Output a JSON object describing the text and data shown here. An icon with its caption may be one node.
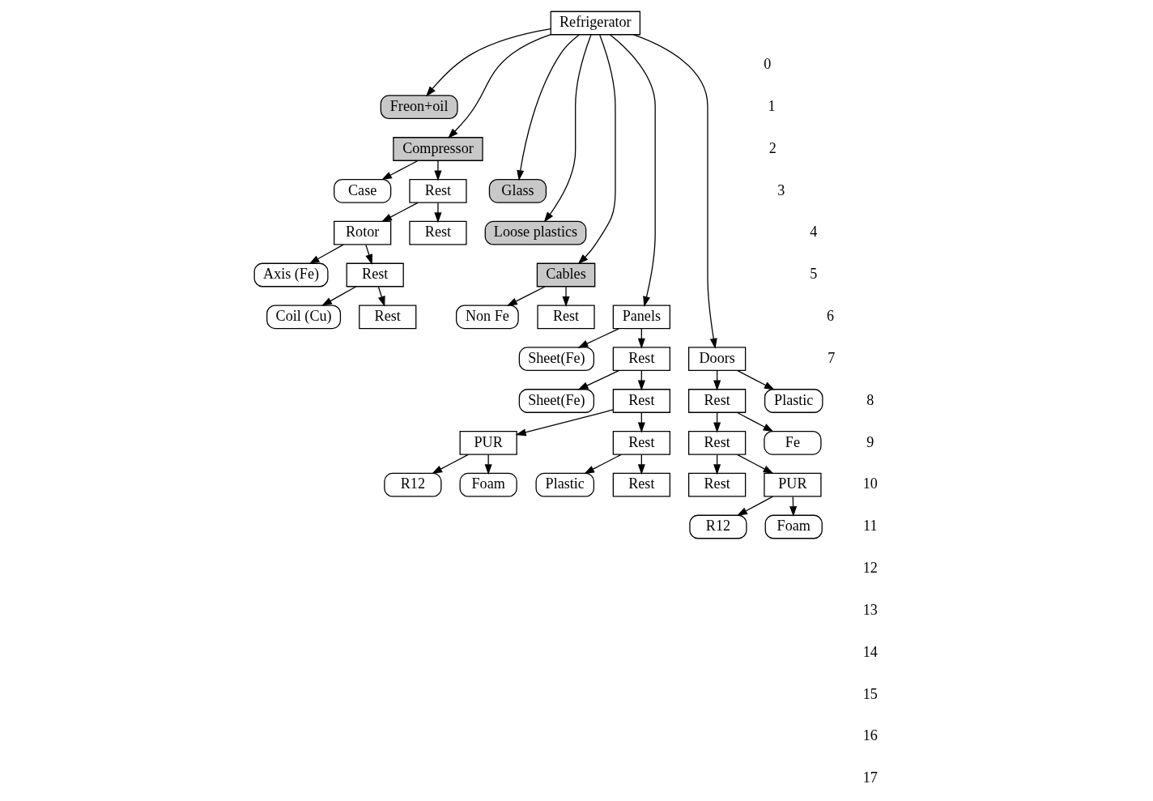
{
  "diagram": {
    "nodes": [
      {
        "text": [
          "Refrigerator"
        ]
      },
      {
        "text": [
          "Freon+oil"
        ]
      },
      {
        "text": [
          "Compressor"
        ]
      },
      {
        "text": [
          "Case"
        ]
      },
      {
        "text": [
          "Rest"
        ]
      },
      {
        "text": [
          "Glass"
        ]
      },
      {
        "text": [
          "Rotor"
        ]
      },
      {
        "text": [
          "Rest"
        ]
      },
      {
        "text": [
          "Loose plastics"
        ]
      },
      {
        "text": [
          "Axis (Fe)"
        ]
      },
      {
        "text": [
          "Rest"
        ]
      },
      {
        "text": [
          "Cables"
        ]
      },
      {
        "text": [
          "Coil (Cu)"
        ]
      },
      {
        "text": [
          "Rest"
        ]
      },
      {
        "text": [
          "Non Fe"
        ]
      },
      {
        "text": [
          "Rest"
        ]
      },
      {
        "text": [
          "Panels"
        ]
      },
      {
        "text": [
          "Sheet(Fe)"
        ]
      },
      {
        "text": [
          "Rest"
        ]
      },
      {
        "text": [
          "Doors"
        ]
      },
      {
        "text": [
          "Sheet(Fe)"
        ]
      },
      {
        "text": [
          "Rest"
        ]
      },
      {
        "text": [
          "Rest"
        ]
      },
      {
        "text": [
          "Plastic"
        ]
      },
      {
        "text": [
          "PUR"
        ]
      },
      {
        "text": [
          "Rest"
        ]
      },
      {
        "text": [
          "Rest"
        ]
      },
      {
        "text": [
          "Fe"
        ]
      },
      {
        "text": [
          "R12"
        ]
      },
      {
        "text": [
          "Foam"
        ]
      },
      {
        "text": [
          "Plastic"
        ]
      },
      {
        "text": [
          "Rest"
        ]
      },
      {
        "text": [
          "Rest"
        ]
      },
      {
        "text": [
          "PUR"
        ]
      },
      {
        "text": [
          "R12"
        ]
      },
      {
        "text": [
          "Foam"
        ]
      }
    ],
    "edges": [
      {
        "from": 0,
        "to": 1,
        "arrow": "to"
      },
      {
        "from": 0,
        "to": 2,
        "arrow": "to"
      },
      {
        "from": 0,
        "to": 5,
        "arrow": "to"
      },
      {
        "from": 0,
        "to": 8,
        "arrow": "to"
      },
      {
        "from": 0,
        "to": 11,
        "arrow": "to"
      },
      {
        "from": 0,
        "to": 16,
        "arrow": "to"
      },
      {
        "from": 0,
        "to": 19,
        "arrow": "to"
      },
      {
        "from": 2,
        "to": 3,
        "arrow": "to"
      },
      {
        "from": 2,
        "to": 4,
        "arrow": "to"
      },
      {
        "from": 4,
        "to": 6,
        "arrow": "to"
      },
      {
        "from": 4,
        "to": 7,
        "arrow": "to"
      },
      {
        "from": 6,
        "to": 9,
        "arrow": "to"
      },
      {
        "from": 6,
        "to": 10,
        "arrow": "to"
      },
      {
        "from": 10,
        "to": 12,
        "arrow": "to"
      },
      {
        "from": 10,
        "to": 13,
        "arrow": "to"
      },
      {
        "from": 11,
        "to": 14,
        "arrow": "to"
      },
      {
        "from": 11,
        "to": 15,
        "arrow": "to"
      },
      {
        "from": 16,
        "to": 17,
        "arrow": "to"
      },
      {
        "from": 16,
        "to": 18,
        "arrow": "to"
      },
      {
        "from": 18,
        "to": 20,
        "arrow": "to"
      },
      {
        "from": 18,
        "to": 21,
        "arrow": "to"
      },
      {
        "from": 21,
        "to": 24,
        "arrow": "to"
      },
      {
        "from": 21,
        "to": 25,
        "arrow": "to"
      },
      {
        "from": 25,
        "to": 30,
        "arrow": "to"
      },
      {
        "from": 25,
        "to": 31,
        "arrow": "to"
      },
      {
        "from": 24,
        "to": 28,
        "arrow": "to"
      },
      {
        "from": 24,
        "to": 29,
        "arrow": "to"
      },
      {
        "from": 19,
        "to": 22,
        "arrow": "to"
      },
      {
        "from": 19,
        "to": 23,
        "arrow": "to"
      },
      {
        "from": 22,
        "to": 26,
        "arrow": "to"
      },
      {
        "from": 22,
        "to": 27,
        "arrow": "to"
      },
      {
        "from": 26,
        "to": 32,
        "arrow": "to"
      },
      {
        "from": 26,
        "to": 33,
        "arrow": "to"
      },
      {
        "from": 33,
        "to": 34,
        "arrow": "to"
      },
      {
        "from": 33,
        "to": 35,
        "arrow": "to"
      }
    ],
    "labels": [
      "0",
      "1",
      "2",
      "3",
      "4",
      "5",
      "6",
      "7",
      "8",
      "9",
      "10",
      "11",
      "12",
      "13",
      "14",
      "15",
      "16",
      "17"
    ]
  }
}
